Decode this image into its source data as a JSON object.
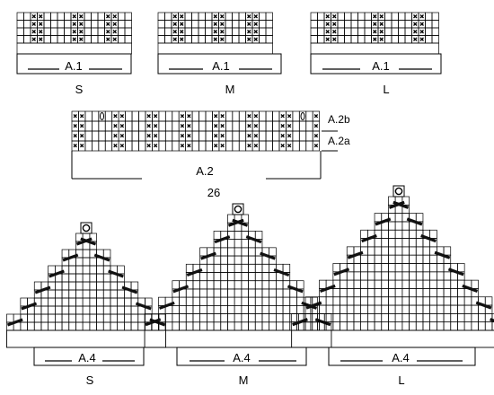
{
  "a1_charts": [
    {
      "label": "A.1",
      "size": "S"
    },
    {
      "label": "A.1",
      "size": "M"
    },
    {
      "label": "A.1",
      "size": "L"
    }
  ],
  "a2_chart": {
    "label": "A.2",
    "row_labels": [
      "A.2b",
      "A.2a"
    ],
    "stitch_count": "26"
  },
  "a4_charts": [
    {
      "label": "A.4",
      "size": "S"
    },
    {
      "label": "A.4",
      "size": "M"
    },
    {
      "label": "A.4",
      "size": "L"
    }
  ],
  "symbols": {
    "cross": "knit-cross-stitch",
    "oval": "yarn-over",
    "circle": "end-stitch",
    "slash": "decrease"
  }
}
